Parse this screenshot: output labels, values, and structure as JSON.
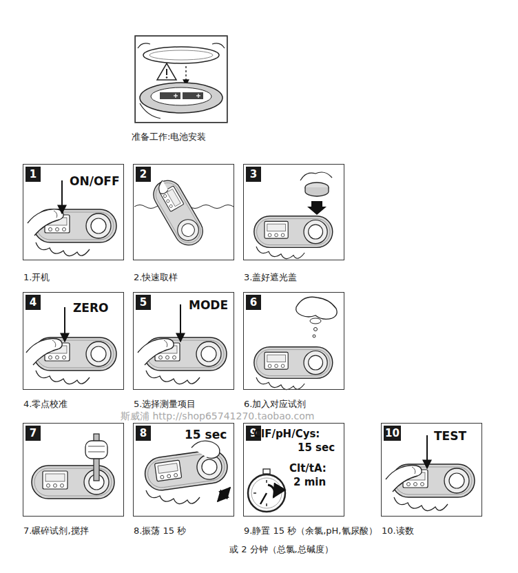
{
  "diagram": {
    "nodes": [
      {
        "text": [
          "准备工作:电池安装"
        ]
      },
      {
        "text": [
          "1",
          "ON/OFF",
          "1.开机"
        ]
      },
      {
        "text": [
          "2",
          "2.快速取样"
        ]
      },
      {
        "text": [
          "3",
          "3.盖好遮光盖"
        ]
      },
      {
        "text": [
          "4",
          "ZERO",
          "4.零点校准"
        ]
      },
      {
        "text": [
          "5",
          "MODE",
          "5.选择测量项目"
        ]
      },
      {
        "text": [
          "6",
          "6.加入对应试剂"
        ]
      },
      {
        "text": [
          "7",
          "7.碾碎试剂,搅拌"
        ]
      },
      {
        "text": [
          "8",
          "15 sec",
          "8.振荡 15 秒"
        ]
      },
      {
        "text": [
          "9",
          "ClF/pH/Cys:",
          "15 sec",
          "Clt/tA:",
          "2 min",
          "9.静置 15 秒（余氯,pH,氰尿酸）"
        ]
      },
      {
        "text": [
          "10",
          "TEST",
          "10.读数"
        ]
      }
    ],
    "labels": [
      "斯威浦 http://shop65741270.taobao.com",
      "或 2 分钟（总氯,总碱度）"
    ]
  }
}
